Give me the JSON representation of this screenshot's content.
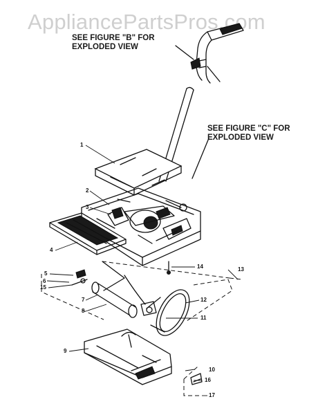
{
  "watermark": "AppliancePartsPros.com",
  "notes": {
    "figure_b": [
      "SEE FIGURE \"B\" FOR",
      "EXPLODED VIEW"
    ],
    "figure_c": [
      "SEE FIGURE \"C\" FOR",
      "EXPLODED VIEW"
    ]
  },
  "callouts": [
    "1",
    "2",
    "3",
    "4",
    "5",
    "6",
    "7",
    "8",
    "9",
    "10",
    "11",
    "12",
    "13",
    "14",
    "15",
    "16",
    "17"
  ]
}
